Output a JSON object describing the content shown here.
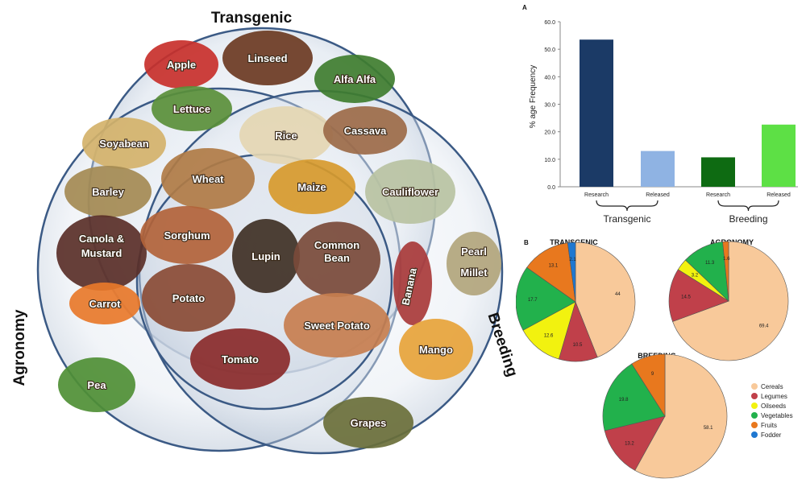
{
  "figure": {
    "venn": {
      "sets": [
        "Transgenic",
        "Agronomy",
        "Breeding"
      ],
      "crops": [
        {
          "name": "Apple",
          "color": "#c8302b"
        },
        {
          "name": "Linseed",
          "color": "#6b3a22"
        },
        {
          "name": "Alfa Alfa",
          "color": "#3f7d2f"
        },
        {
          "name": "Lettuce",
          "color": "#5a8f3a"
        },
        {
          "name": "Soyabean",
          "color": "#d4b26a"
        },
        {
          "name": "Rice",
          "color": "#e4d6b2"
        },
        {
          "name": "Cassava",
          "color": "#9c6a48"
        },
        {
          "name": "Barley",
          "color": "#a48a52"
        },
        {
          "name": "Wheat",
          "color": "#b07b45"
        },
        {
          "name": "Maize",
          "color": "#d79a2c"
        },
        {
          "name": "Cauliflower",
          "color": "#b9c2a2"
        },
        {
          "name": "Canola &",
          "color": "#5a2f28"
        },
        {
          "name": "Mustard",
          "color": "#5a2f28"
        },
        {
          "name": "Sorghum",
          "color": "#b2633a"
        },
        {
          "name": "Lupin",
          "color": "#3f3025"
        },
        {
          "name": "Common",
          "color": "#7a4a3a"
        },
        {
          "name": "Bean",
          "color": "#7a4a3a"
        },
        {
          "name": "Pearl",
          "color": "#b2a57c"
        },
        {
          "name": "Millet",
          "color": "#b2a57c"
        },
        {
          "name": "Carrot",
          "color": "#e8782a"
        },
        {
          "name": "Potato",
          "color": "#8a4b35"
        },
        {
          "name": "Banana",
          "color": "#a83a3a"
        },
        {
          "name": "Sweet Potato",
          "color": "#c77e4f"
        },
        {
          "name": "Tomato",
          "color": "#8a2a2a"
        },
        {
          "name": "Mango",
          "color": "#e7a33a"
        },
        {
          "name": "Pea",
          "color": "#4f8f35"
        },
        {
          "name": "Grapes",
          "color": "#6a6f3a"
        }
      ]
    },
    "panel_a": {
      "label": "A",
      "chart_data": {
        "type": "bar",
        "categories": [
          "Research",
          "Released",
          "Research",
          "Released"
        ],
        "groups": [
          "Transgenic",
          "Breeding"
        ],
        "values": [
          53.5,
          13.0,
          10.7,
          22.6
        ],
        "colors": [
          "#1b3a66",
          "#8fb3e3",
          "#0e6b12",
          "#5de045"
        ],
        "ylabel": "% age  Frequency",
        "ylim": [
          0,
          60
        ],
        "yticks": [
          "0.0",
          "10.0",
          "20.0",
          "30.0",
          "40.0",
          "50.0",
          "60.0"
        ],
        "grid": false
      }
    },
    "panel_b": {
      "label": "B",
      "legend": [
        {
          "name": "Cereals",
          "color": "#f8c99a"
        },
        {
          "name": "Legumes",
          "color": "#c0404a"
        },
        {
          "name": "Oilseeds",
          "color": "#f2f20f"
        },
        {
          "name": "Vegetables",
          "color": "#22b14c"
        },
        {
          "name": "Fruits",
          "color": "#e8781e"
        },
        {
          "name": "Fodder",
          "color": "#1f78d1"
        }
      ],
      "chart_data": [
        {
          "type": "pie",
          "title": "TRANSGENIC",
          "values": [
            44,
            10.5,
            12.6,
            17.7,
            13.1,
            2.1
          ],
          "labels": [
            "44",
            "10.5",
            "12.6",
            "17.7",
            "13.1",
            "2.1"
          ]
        },
        {
          "type": "pie",
          "title": "AGRONOMY",
          "values": [
            69.4,
            14.5,
            3.2,
            11.3,
            1.6,
            0
          ],
          "labels": [
            "69.4",
            "14.5",
            "3.2",
            "11.3",
            "1.6",
            ""
          ]
        },
        {
          "type": "pie",
          "title": "BREEDING",
          "values": [
            58.1,
            13.2,
            0,
            19.8,
            9,
            0
          ],
          "labels": [
            "58.1",
            "13.2",
            "",
            "19.8",
            "9",
            ""
          ]
        }
      ]
    }
  }
}
